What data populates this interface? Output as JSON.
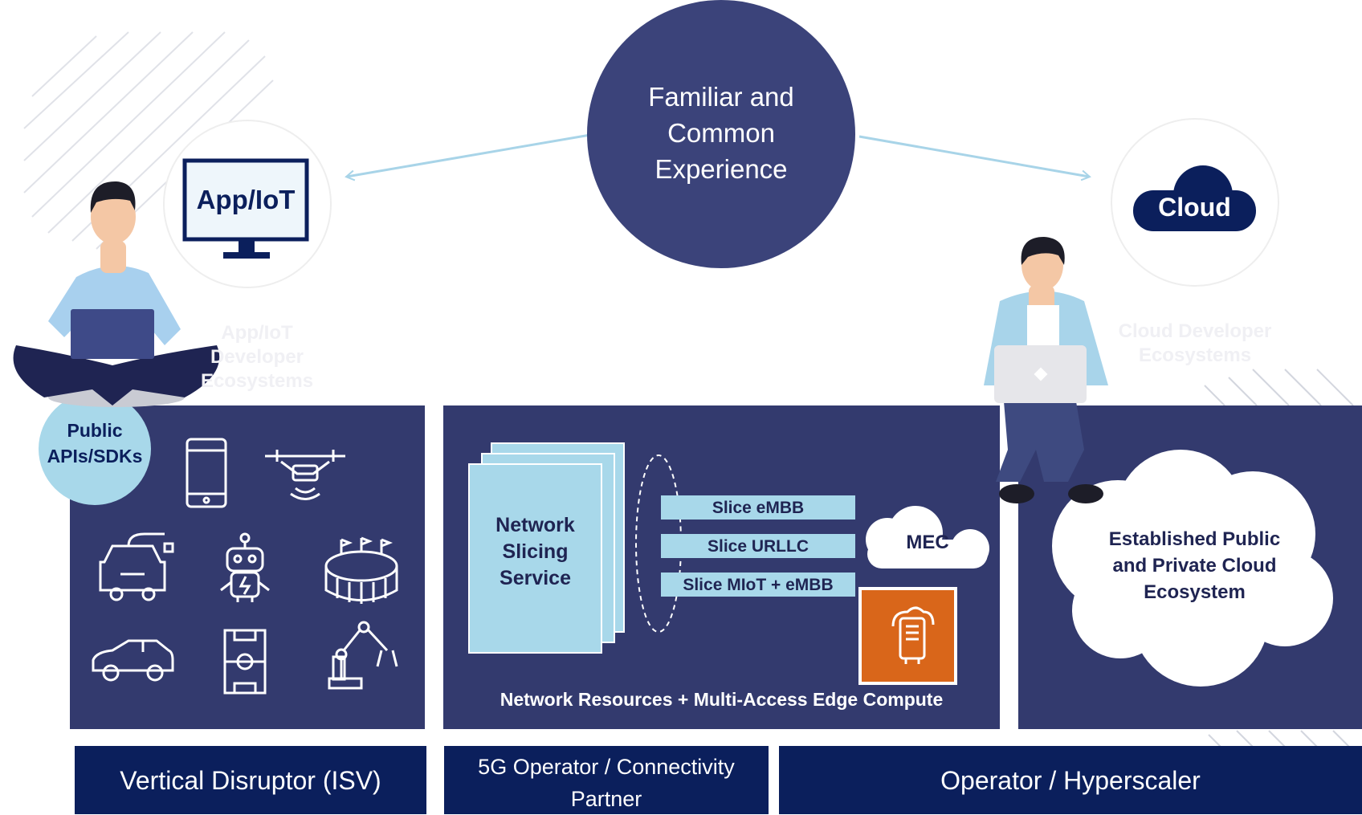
{
  "center_bubble": {
    "line1": "Familiar and",
    "line2": "Common",
    "line3": "Experience"
  },
  "left_circle": {
    "label": "App/IoT",
    "caption": "App/IoT Developer Ecosystems"
  },
  "right_circle": {
    "label": "Cloud",
    "caption": "Cloud Developer Ecosystems"
  },
  "api_badge": {
    "line1": "Public",
    "line2": "APIs/SDKs"
  },
  "middle_panel": {
    "network_slicing_line1": "Network",
    "network_slicing_line2": "Slicing",
    "network_slicing_line3": "Service",
    "slices": [
      "Slice eMBB",
      "Slice URLLC",
      "Slice MIoT + eMBB"
    ],
    "mec": "MEC",
    "footer": "Network Resources + Multi-Access Edge Compute"
  },
  "right_panel": {
    "line1": "Established Public",
    "line2": "and Private Cloud",
    "line3": "Ecosystem"
  },
  "bottom_labels": {
    "left": "Vertical Disruptor (ISV)",
    "middle_line1": "5G Operator / Connectivity",
    "middle_line2": "Partner",
    "right": "Operator / Hyperscaler"
  },
  "icons": [
    "smartphone-icon",
    "drone-icon",
    "ev-charging-icon",
    "robot-icon",
    "stadium-icon",
    "car-icon",
    "soccer-field-icon",
    "robotic-arm-icon",
    "edge-server-icon"
  ],
  "colors": {
    "navy": "#333a6e",
    "deep_navy": "#0b1f5c",
    "light_blue": "#a8d8ea",
    "arrow_blue": "#a8d4e8",
    "orange": "#d9661a"
  }
}
